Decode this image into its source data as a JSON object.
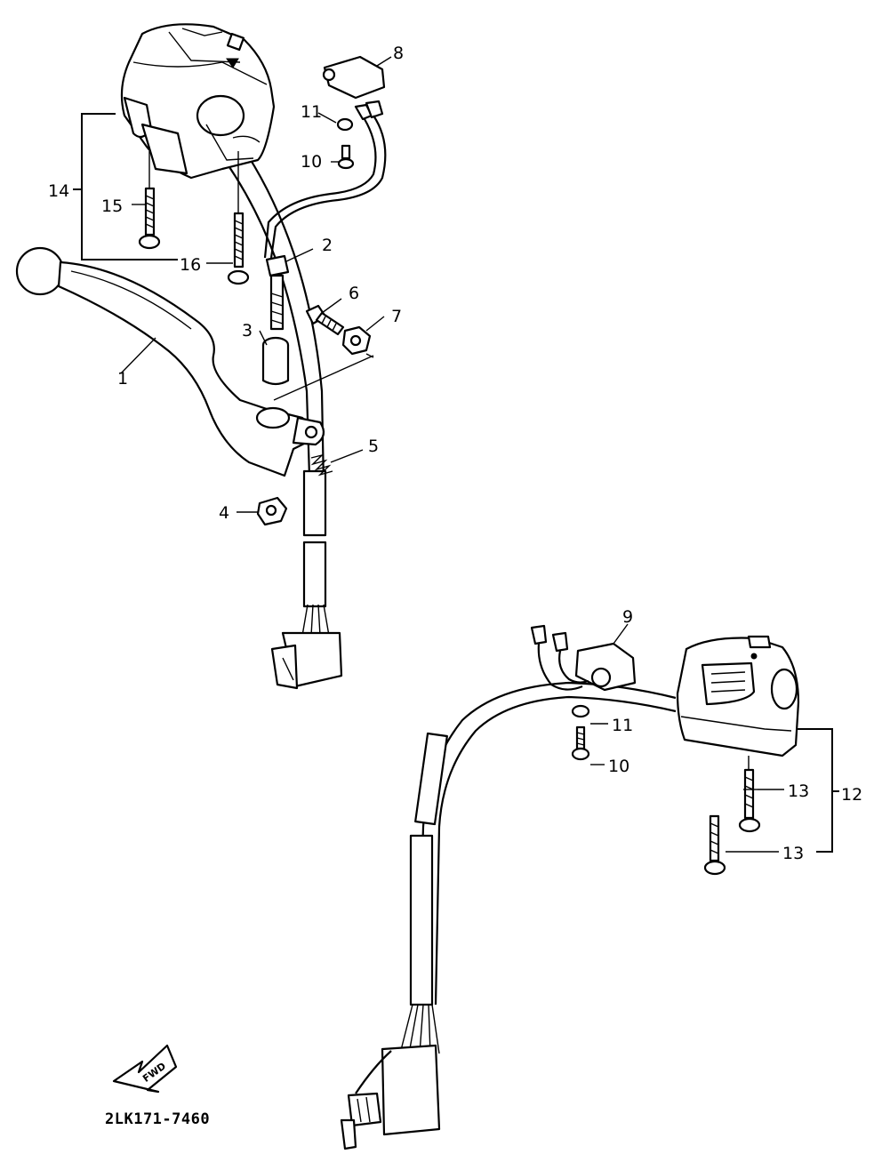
{
  "diagram": {
    "part_code": "2LK171-7460",
    "fwd_label": "FWD",
    "callouts": {
      "c1": "1",
      "c2": "2",
      "c3": "3",
      "c4": "4",
      "c5": "5",
      "c6": "6",
      "c7": "7",
      "c8": "8",
      "c9": "9",
      "c10a": "10",
      "c10b": "10",
      "c11a": "11",
      "c11b": "11",
      "c12": "12",
      "c13a": "13",
      "c13b": "13",
      "c14": "14",
      "c15": "15",
      "c16": "16"
    }
  }
}
